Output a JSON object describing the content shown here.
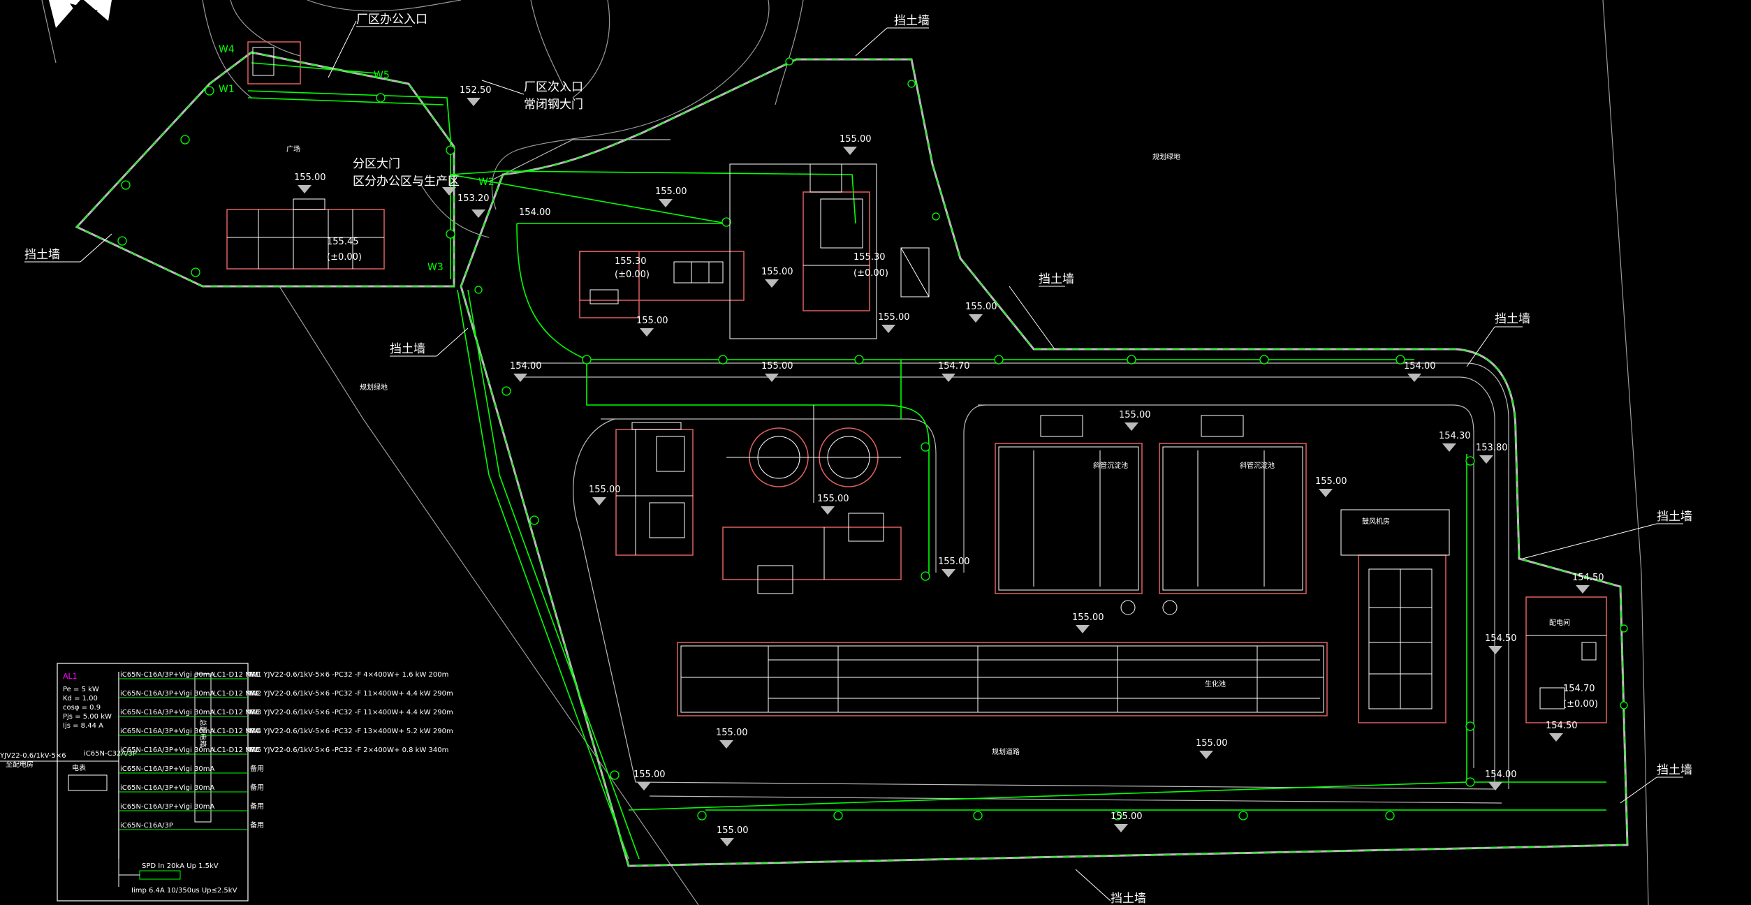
{
  "labels": {
    "retaining_wall": "挡土墙",
    "office_entrance": "厂区办公入口",
    "secondary_entrance": "厂区次入口",
    "steel_gate": "常闭钢大门",
    "zone_gate": "分区大门",
    "zone_gate_desc": "区分办公区与生产区",
    "square": "广场",
    "planned_green_1": "规划绿地",
    "planned_green_2": "规划绿地",
    "planned_road": "规划道路",
    "sed_tank": "斜管沉淀池",
    "fan_room": "鼓风机房",
    "bio_tank": "生化池",
    "distribution_room": "配电间"
  },
  "circuit_markers": {
    "w1": "W1",
    "w2": "W2",
    "w3": "W3",
    "w4": "W4",
    "w5": "W5"
  },
  "elevations": {
    "e15250": "152.50",
    "e15500a": "155.00",
    "e15500b": "155.00",
    "e15500c": "155.00",
    "e15500d": "155.00",
    "e15500e": "155.00",
    "e15500f": "155.00",
    "e15500g": "155.00",
    "e15500h": "155.00",
    "e15500i": "155.00",
    "e15500j": "155.00",
    "e15500k": "155.00",
    "e15500l": "155.00",
    "e15500m": "155.00",
    "e15500n": "155.00",
    "e15500o": "155.00",
    "e15500p": "155.00",
    "e15500q": "155.00",
    "e15500r": "155.00",
    "e15500s": "155.00",
    "e15400a": "154.00",
    "e15400b": "154.00",
    "e15400c": "154.00",
    "e15400d": "154.00",
    "e15470": "154.70",
    "e15430": "154.30",
    "e15380": "153.80",
    "e15450a": "154.50",
    "e15450b": "154.50",
    "e15450c": "154.50",
    "e15320": "153.20",
    "e15470b": "154.70",
    "bld_office_lvl": "155.45",
    "bld_office_zero": "(±0.00)",
    "bld_b_lvl": "155.30",
    "bld_b_zero": "(±0.00)",
    "bld_c_lvl": "155.30",
    "bld_c_zero": "(±0.00)",
    "bld_d_zero": "(±0.00)"
  },
  "panel": {
    "id": "AL1",
    "params": [
      "Pe = 5 kW",
      "Kd = 1.00",
      "cosφ = 0.9",
      "Pjs = 5.00 kW",
      "Ijs = 8.44 A"
    ],
    "incoming": "YJV22-0.6/1kV-5×6",
    "incoming_sub": "至配电房",
    "main_breaker": "iC65N-C32A/3P",
    "meter": "电表",
    "bus_label": "总配电箱",
    "rows": [
      {
        "breaker": "iC65N-C16A/3P+Vigi 30mA",
        "contactor": "LC1-D12 M7C",
        "circuit": "W1",
        "cable": "YJV22-0.6/1kV-5×6 -PC32 -F",
        "load": "4×400W+ 1.6 kW",
        "length": "200m"
      },
      {
        "breaker": "iC65N-C16A/3P+Vigi 30mA",
        "contactor": "LC1-D12 M7C",
        "circuit": "W2",
        "cable": "YJV22-0.6/1kV-5×6 -PC32 -F",
        "load": "11×400W+ 4.4 kW",
        "length": "290m"
      },
      {
        "breaker": "iC65N-C16A/3P+Vigi 30mA",
        "contactor": "LC1-D12 M7C",
        "circuit": "W3",
        "cable": "YJV22-0.6/1kV-5×6 -PC32 -F",
        "load": "11×400W+ 4.4 kW",
        "length": "290m"
      },
      {
        "breaker": "iC65N-C16A/3P+Vigi 30mA",
        "contactor": "LC1-D12 M7C",
        "circuit": "W4",
        "cable": "YJV22-0.6/1kV-5×6 -PC32 -F",
        "load": "13×400W+ 5.2 kW",
        "length": "290m"
      },
      {
        "breaker": "iC65N-C16A/3P+Vigi 30mA",
        "contactor": "LC1-D12 M7C",
        "circuit": "W5",
        "cable": "YJV22-0.6/1kV-5×6 -PC32 -F",
        "load": "2×400W+ 0.8 kW",
        "length": "340m"
      },
      {
        "breaker": "iC65N-C16A/3P+Vigi 30mA",
        "contactor": "",
        "circuit": "",
        "cable": "",
        "load": "备用",
        "length": ""
      },
      {
        "breaker": "iC65N-C16A/3P+Vigi 30mA",
        "contactor": "",
        "circuit": "",
        "cable": "",
        "load": "备用",
        "length": ""
      },
      {
        "breaker": "iC65N-C16A/3P+Vigi 30mA",
        "contactor": "",
        "circuit": "",
        "cable": "",
        "load": "备用",
        "length": ""
      },
      {
        "breaker": "iC65N-C16A/3P",
        "contactor": "",
        "circuit": "",
        "cable": "",
        "load": "备用",
        "length": ""
      }
    ],
    "spd": "SPD  In 20kA  Up 1.5kV",
    "footer": "Iimp 6.4A  10/350us  Up≤2.5kV"
  },
  "colors": {
    "background": "#000000",
    "line": "#ffffff",
    "cable": "#00ff00",
    "wall": "#aaaaaa",
    "building": "#e06060",
    "accent": "#ff00ff"
  }
}
